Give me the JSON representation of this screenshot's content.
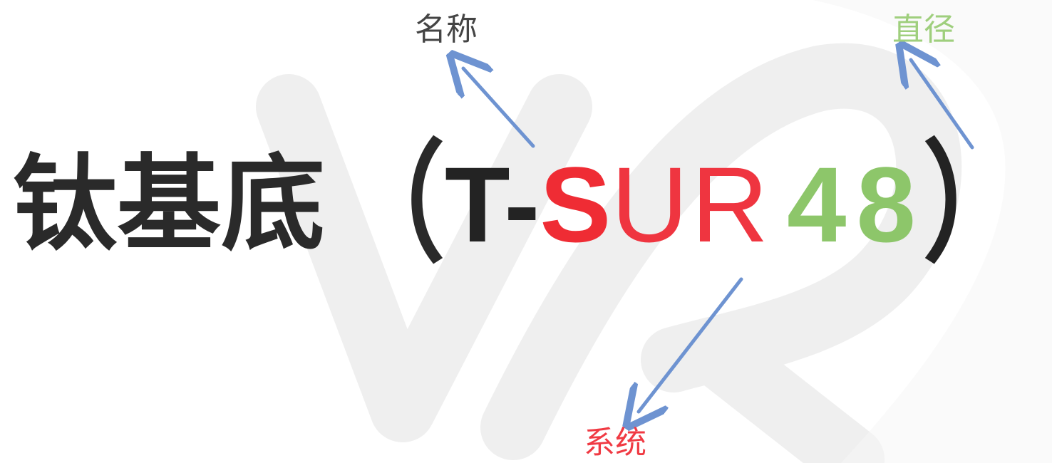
{
  "product": {
    "name_cn": "钛基底",
    "paren_open": "（",
    "code_prefix": "T-",
    "system_bold": "S",
    "system_rest": "UR",
    "diameter": "48",
    "paren_close": "）"
  },
  "annotations": {
    "name_label": "名称",
    "diameter_label": "直径",
    "system_label": "系统"
  },
  "colors": {
    "dark_text": "#2a2a2a",
    "system_red": "#ef2c34",
    "diameter_green": "#8dc66a",
    "arrow_blue": "#6e93d1",
    "watermark_gray": "#eeeeee"
  },
  "icons": {
    "watermark": "vr-logo-watermark",
    "arrow_to_name": "arrow-up-left-icon",
    "arrow_to_diameter": "arrow-up-left-icon",
    "arrow_to_system": "arrow-down-left-icon"
  }
}
